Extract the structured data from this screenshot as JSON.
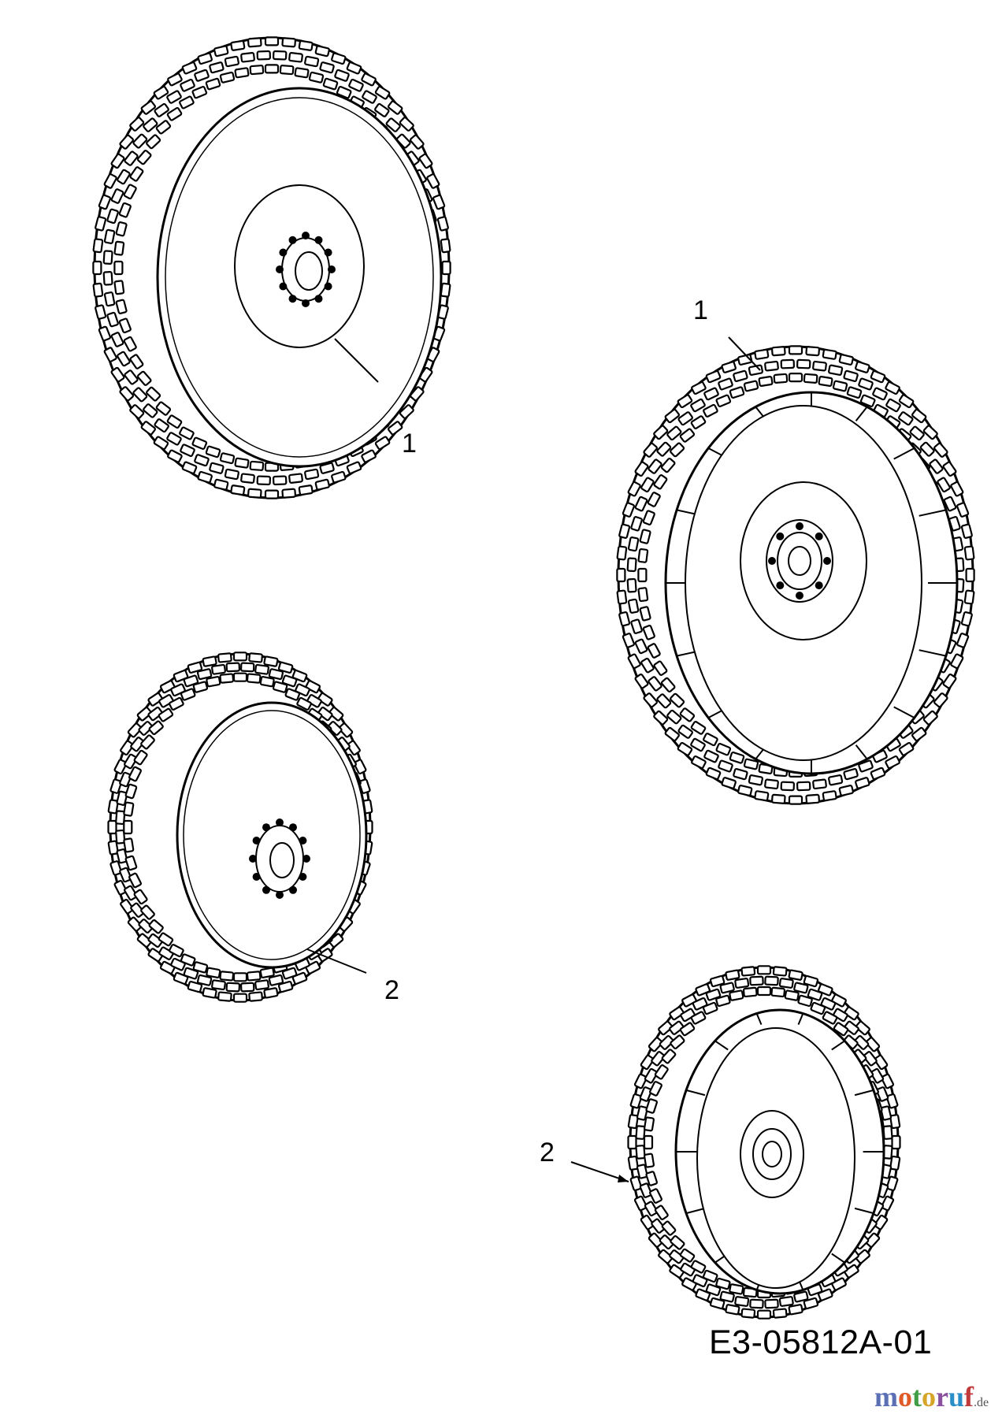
{
  "callouts": {
    "wheel_top_left": "1",
    "wheel_top_right": "1",
    "wheel_bottom_left": "2",
    "wheel_bottom_right": "2"
  },
  "drawing_number": "E3-05812A-01",
  "watermark": {
    "letters": [
      "m",
      "o",
      "t",
      "o",
      "r",
      "u",
      "f"
    ],
    "letter_colors": [
      "#5b6fb5",
      "#e05a28",
      "#3f9e45",
      "#d6a52a",
      "#8a4f9e",
      "#2a8fc7",
      "#c23b3b"
    ],
    "suffix": ".de"
  }
}
